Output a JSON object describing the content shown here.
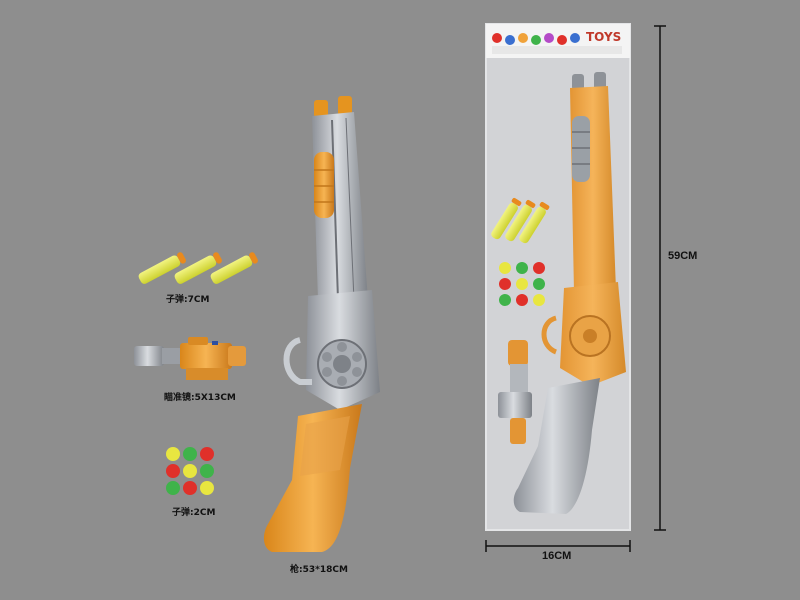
{
  "labels": {
    "darts": "子弹:7CM",
    "scope": "瞄准镜:5X13CM",
    "balls": "子弹:2CM",
    "gun": "枪:53*18CM"
  },
  "package": {
    "height": "59CM",
    "width": "16CM",
    "header_brand": "TOYS"
  },
  "colors": {
    "background": "#8e8e8e",
    "orange": "#f0a23a",
    "silver": "#b8bcc2",
    "dart_yellow": "#e6ea4a",
    "ball_red": "#e0302a",
    "ball_green": "#3fb34a",
    "ball_yellow": "#e8e640"
  }
}
